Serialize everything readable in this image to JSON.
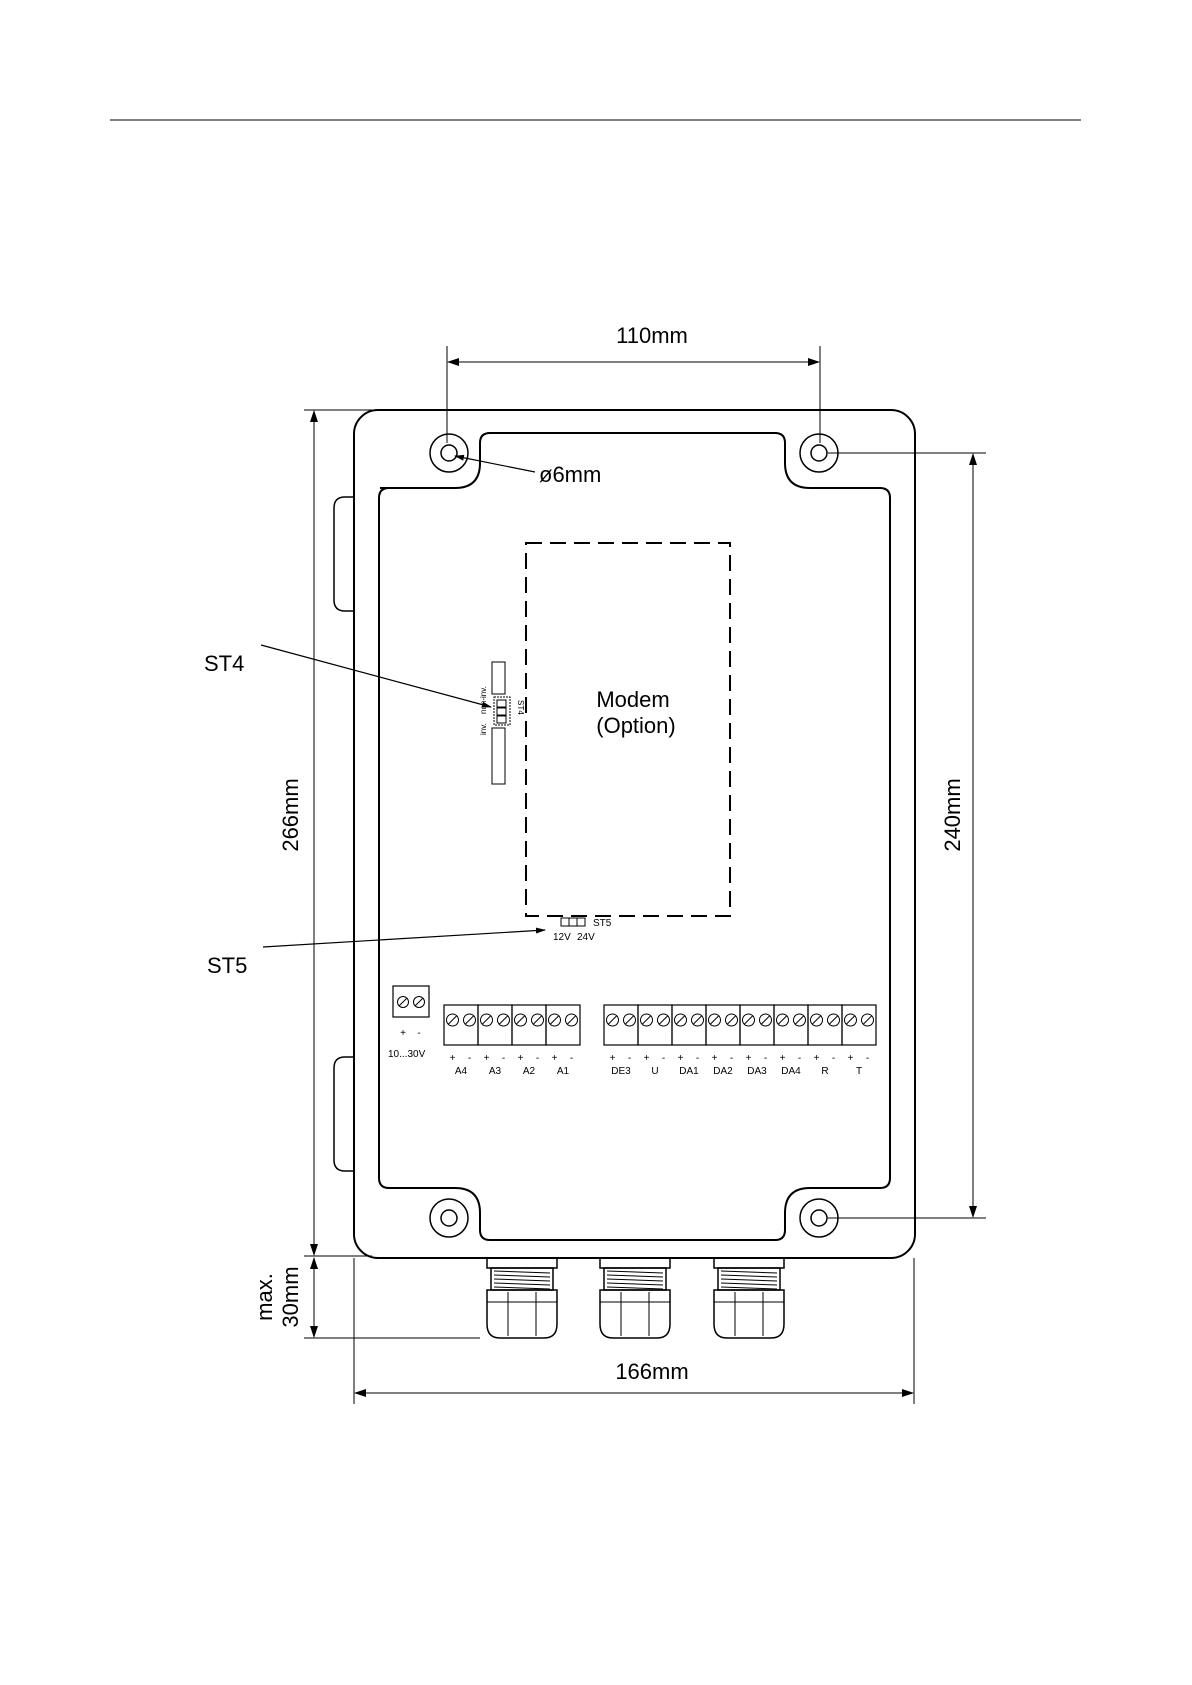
{
  "dimensions": {
    "hole_spacing": "110mm",
    "hole_diameter": "ø6mm",
    "total_height": "266mm",
    "hole_vertical_spacing": "240mm",
    "gland_height_line1": "max.",
    "gland_height_line2": "30mm",
    "total_width": "166mm"
  },
  "callouts": {
    "st4": "ST4",
    "st5": "ST5"
  },
  "modem": {
    "line1": "Modem",
    "line2": "(Option)"
  },
  "st4_block": {
    "label": "ST4",
    "inv": "inv.",
    "non_inv": "non-inv."
  },
  "st5_block": {
    "label": "ST5",
    "v12": "12V",
    "v24": "24V"
  },
  "power_terminal": {
    "plus": "+",
    "minus": "-",
    "label": "10...30V"
  },
  "terminals_left": [
    "A4",
    "A3",
    "A2",
    "A1"
  ],
  "terminals_right": [
    "DE3",
    "U",
    "DA1",
    "DA2",
    "DA3",
    "DA4",
    "R",
    "T"
  ],
  "polarity": {
    "plus": "+",
    "minus": "-"
  }
}
